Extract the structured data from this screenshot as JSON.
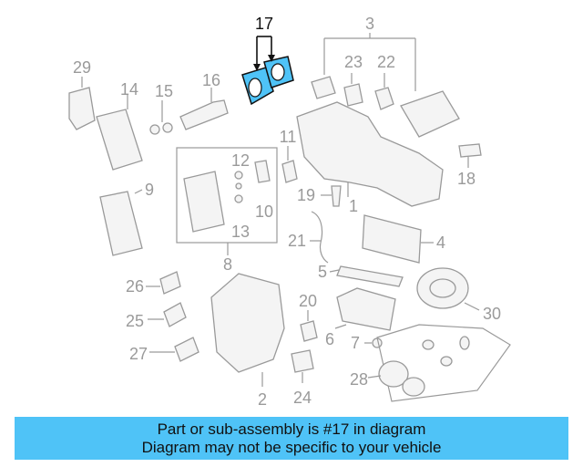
{
  "callouts": {
    "c1": "1",
    "c2": "2",
    "c3": "3",
    "c5": "5",
    "c6": "6",
    "c7": "7",
    "c8": "8",
    "c9": "9",
    "c10": "10",
    "c11": "11",
    "c12": "12",
    "c13": "13",
    "c14": "14",
    "c15": "15",
    "c16": "16",
    "c17": "17",
    "c18": "18",
    "c19": "19",
    "c20": "20",
    "c21": "21",
    "c22": "22",
    "c23": "23",
    "c24": "24",
    "c25": "25",
    "c26": "26",
    "c27": "27",
    "c28": "28",
    "c29": "29",
    "c30": "30",
    "c4": "4"
  },
  "highlight": {
    "part_number": "17",
    "color": "#4fc3f7"
  },
  "footer": {
    "line1": "Part or sub-assembly is #17 in diagram",
    "line2": "Diagram may not be specific to your vehicle",
    "background": "#4fc3f7"
  }
}
